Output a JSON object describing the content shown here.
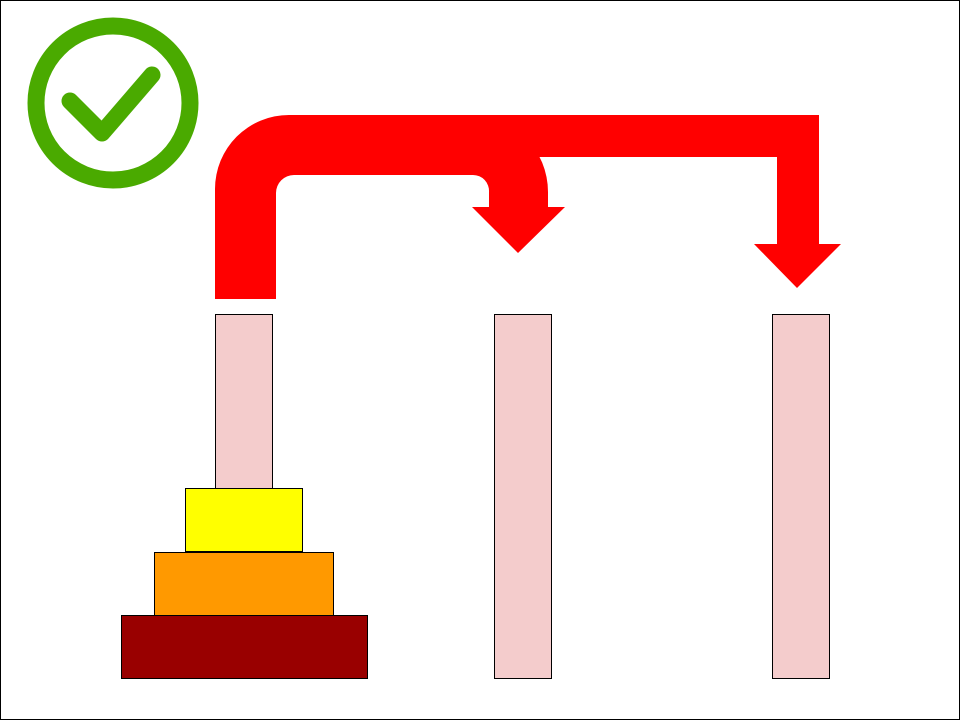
{
  "game": {
    "name": "tower-of-hanoi",
    "pegs": [
      {
        "id": "peg-1",
        "disks": [
          "large",
          "medium",
          "small"
        ]
      },
      {
        "id": "peg-2",
        "disks": []
      },
      {
        "id": "peg-3",
        "disks": []
      }
    ],
    "disks": {
      "small": {
        "color": "#ffff00"
      },
      "medium": {
        "color": "#ff9900"
      },
      "large": {
        "color": "#990000"
      }
    },
    "move_options": [
      {
        "from": "peg-1",
        "to": "peg-2"
      },
      {
        "from": "peg-1",
        "to": "peg-3"
      }
    ],
    "status_icon": "checkmark-circle-icon"
  },
  "colors": {
    "peg": "#f4cccc",
    "arrow": "#ff0000",
    "check": "#4aaa00",
    "outline": "#000000",
    "background": "#ffffff"
  }
}
